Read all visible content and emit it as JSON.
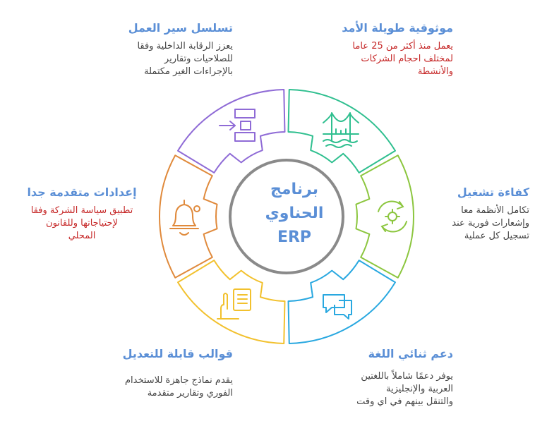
{
  "center": {
    "line1": "برنامج",
    "line2": "الحناوي",
    "line3": "ERP"
  },
  "colors": {
    "title_blue": "#5b8fd6",
    "red_text": "#c62828",
    "body_text": "#444444",
    "segments": {
      "top_right": "#2fbf8f",
      "right_upper": "#8cc63f",
      "bottom_right": "#29a8e0",
      "bottom_left": "#f2c12e",
      "left": "#e08a3c",
      "top_left": "#8f6bd6"
    }
  },
  "items": [
    {
      "id": "workflow",
      "title": "تسلسل سير العمل",
      "desc": [
        "يعزز الرقابة الداخلية وفقا",
        "للصلاحيات وتقارير",
        "بالإجراءات الغير مكتملة"
      ],
      "icon": "workflow-arrow-icon"
    },
    {
      "id": "reliability",
      "title": "موثوقية طويلة الأمد",
      "desc": [
        "يعمل منذ أكثر من 25 عاما",
        "لمختلف احجام الشركات",
        "والأنشطة"
      ],
      "icon": "bridge-icon"
    },
    {
      "id": "settings",
      "title": "إعدادات متقدمة جدا",
      "desc": [
        "تطبيق سياسة الشركة وفقا",
        "لإحتياجاتها وللقانون",
        "المحلي"
      ],
      "icon": "bell-icon"
    },
    {
      "id": "efficiency",
      "title": "كفاءة تشغيل",
      "desc": [
        "تكامل الأنظمة معا",
        "وإشعارات فورية عند",
        "تسجيل كل عملية"
      ],
      "icon": "gear-cycle-icon"
    },
    {
      "id": "templates",
      "title": "قوالب قابلة للتعديل",
      "desc": [
        "يقدم نماذج جاهزة للاستخدام",
        "الفوري وتقارير متقدمة"
      ],
      "icon": "document-hand-icon"
    },
    {
      "id": "language",
      "title": "دعم ثنائي اللغة",
      "desc": [
        "يوفر دعمًا شاملاً باللغتين",
        "العربية والإنجليزية",
        "والتنقل بينهم في اي وقت"
      ],
      "icon": "chat-bubbles-icon"
    }
  ]
}
